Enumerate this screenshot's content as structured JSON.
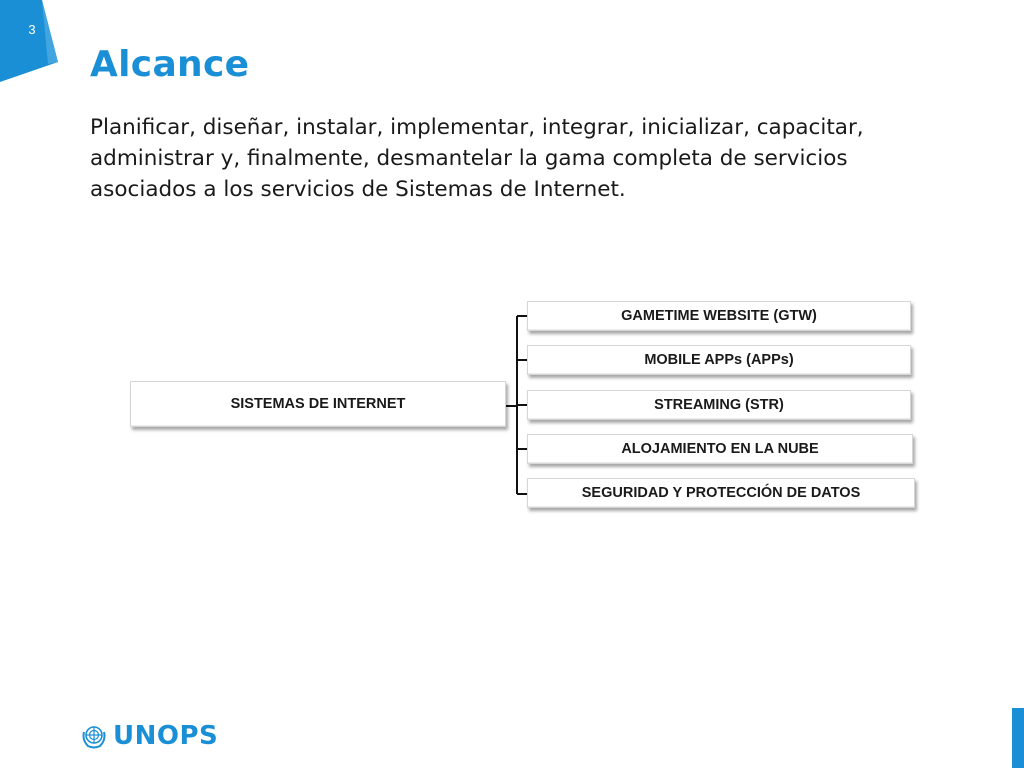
{
  "slide": {
    "number": "3",
    "title": "Alcance",
    "body": "Planificar, diseñar, instalar, implementar, integrar, inicializar, capacitar, administrar y, finalmente, desmantelar la gama completa de servicios asociados a los servicios de Sistemas de Internet."
  },
  "diagram": {
    "root": "SISTEMAS DE INTERNET",
    "children": [
      "GAMETIME WEBSITE (GTW)",
      "MOBILE APPs (APPs)",
      "STREAMING (STR)",
      "ALOJAMIENTO EN LA NUBE",
      "SEGURIDAD Y PROTECCIÓN DE DATOS"
    ]
  },
  "footer": {
    "logo_text": "UNOPS"
  },
  "colors": {
    "accent": "#1a8fd6",
    "text": "#1a1a1a",
    "connector": "#111111"
  }
}
